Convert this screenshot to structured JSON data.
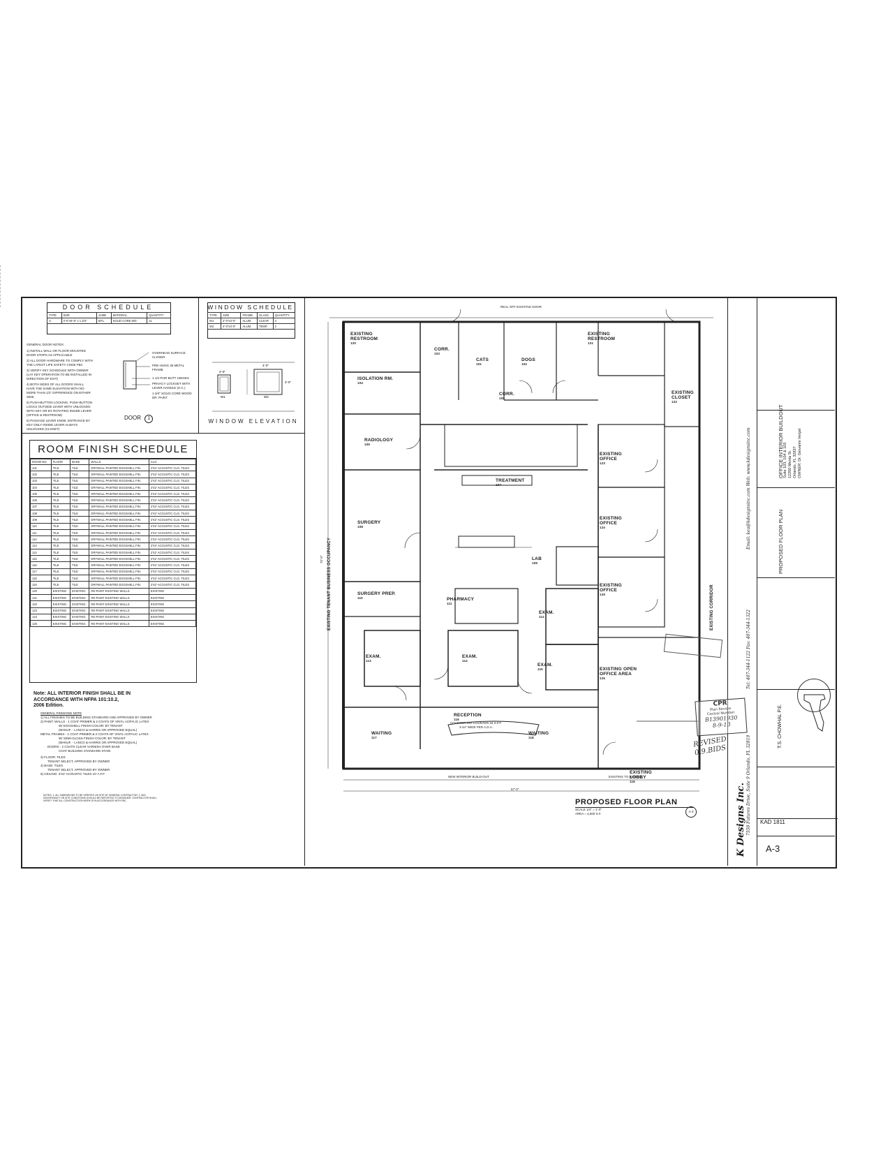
{
  "door_schedule": {
    "title": "DOOR SCHEDULE",
    "headers": [
      "TYPE",
      "SIZE",
      "JAMB",
      "MATERIAL",
      "QUANTITY"
    ],
    "rows": [
      [
        "①",
        "3'-0\"x6'-8\" x 1 3/4\"",
        "MTL.",
        "SOLID CORE WD.",
        "11"
      ]
    ]
  },
  "window_schedule": {
    "title": "WINDOW SCHEDULE",
    "headers": [
      "TYPE",
      "SIZE",
      "FRAME",
      "GLASS",
      "QUANTITY"
    ],
    "rows": [
      [
        "W1",
        "2'-0\"x3'-0\"",
        "ALUM.",
        "CLEAR",
        "4"
      ],
      [
        "W2",
        "4'-0\"x3'-0\"",
        "ALUM.",
        "TEMP.",
        "2"
      ]
    ]
  },
  "general_door_notes": {
    "title": "GENERAL DOOR NOTES",
    "notes": [
      "1) INSTALL WALL OR FLOOR MOUNTED DOOR STOPS AS APPLICABLE",
      "2) ALL DOOR HARDWARE TO COMPLY WITH THE LATEST LIFE SAFETY CODE FBC",
      "3) VERIFY KEY SCHEDULE WITH OWNER (LAY KEY OPERATION TO BE INSTALLED IN DIRECTION OF EXIT)",
      "4) BOTH SIDES OF ALL DOORS SHALL HAVE THE SAME ELEVATION WITH NO MORE THAN 1/2\" DIFFERENCE ON EITHER SIDE.",
      "5) PUSH-BUTTON LOCKING, PUSH-BUTTON LOCKS OUTSIDE LEVER WITH UNLOCKED WITH KEY OR BY ROTATING INSIDE LEVER (OFFICE & RESTROOM)",
      "6) PASSAGE LEVER KNOB, ENTRANCE BY KEY ONLY INSIDE LEVER ALWAYS UNLOCKED (CLOSET)"
    ]
  },
  "door_detail": {
    "callouts": [
      "OVERHEAD SURFACE CLOSER",
      "PRE-HUNG 36 METAL FRAME",
      "1 1/2 PAIR BUTT HINGES",
      "PRIVACY LOCKSET WITH LEVER HANDLE (H.C.)",
      "1-3/4\" SOLID CORE WOOD DR. PAINT"
    ],
    "label": "DOOR",
    "number": "1"
  },
  "window_elevation": {
    "label": "WINDOW ELEVATION",
    "dims": [
      "4'-0\"",
      "2'-0\"",
      "3'-0\""
    ],
    "tags": [
      "W1",
      "W2"
    ]
  },
  "room_finish": {
    "title": "ROOM FINISH SCHEDULE",
    "headers": [
      "ROOM NO.",
      "FLOOR",
      "BASE",
      "WALLS",
      "CLG."
    ],
    "rows": [
      [
        "101",
        "TILE",
        "TILE",
        "DRYWALL PAINTED EGGSHELL FIN.",
        "2'X2' ACOUSTIC CLG. TILES"
      ],
      [
        "102",
        "TILE",
        "TILE",
        "DRYWALL PAINTED EGGSHELL FIN.",
        "2'X2' ACOUSTIC CLG. TILES"
      ],
      [
        "103",
        "TILE",
        "TILE",
        "DRYWALL PAINTED EGGSHELL FIN.",
        "2'X2' ACOUSTIC CLG. TILES"
      ],
      [
        "104",
        "TILE",
        "TILE",
        "DRYWALL PAINTED EGGSHELL FIN.",
        "2'X2' ACOUSTIC CLG. TILES"
      ],
      [
        "105",
        "TILE",
        "TILE",
        "DRYWALL PAINTED EGGSHELL FIN.",
        "2'X2' ACOUSTIC CLG. TILES"
      ],
      [
        "106",
        "TILE",
        "TILE",
        "DRYWALL PAINTED EGGSHELL FIN.",
        "2'X2' ACOUSTIC CLG. TILES"
      ],
      [
        "107",
        "TILE",
        "TILE",
        "DRYWALL PAINTED EGGSHELL FIN.",
        "2'X2' ACOUSTIC CLG. TILES"
      ],
      [
        "108",
        "TILE",
        "TILE",
        "DRYWALL PAINTED EGGSHELL FIN.",
        "2'X2' ACOUSTIC CLG. TILES"
      ],
      [
        "109",
        "TILE",
        "TILE",
        "DRYWALL PAINTED EGGSHELL FIN.",
        "2'X2' ACOUSTIC CLG. TILES"
      ],
      [
        "110",
        "TILE",
        "TILE",
        "DRYWALL PAINTED EGGSHELL FIN.",
        "2'X2' ACOUSTIC CLG. TILES"
      ],
      [
        "111",
        "TILE",
        "TILE",
        "DRYWALL PAINTED EGGSHELL FIN.",
        "2'X2' ACOUSTIC CLG. TILES"
      ],
      [
        "112",
        "TILE",
        "TILE",
        "DRYWALL PAINTED EGGSHELL FIN.",
        "2'X2' ACOUSTIC CLG. TILES"
      ],
      [
        "113",
        "TILE",
        "TILE",
        "DRYWALL PAINTED EGGSHELL FIN.",
        "2'X2' ACOUSTIC CLG. TILES"
      ],
      [
        "114",
        "TILE",
        "TILE",
        "DRYWALL PAINTED EGGSHELL FIN.",
        "2'X2' ACOUSTIC CLG. TILES"
      ],
      [
        "115",
        "TILE",
        "TILE",
        "DRYWALL PAINTED EGGSHELL FIN.",
        "2'X2' ACOUSTIC CLG. TILES"
      ],
      [
        "116",
        "TILE",
        "TILE",
        "DRYWALL PAINTED EGGSHELL FIN.",
        "2'X2' ACOUSTIC CLG. TILES"
      ],
      [
        "117",
        "TILE",
        "TILE",
        "DRYWALL PAINTED EGGSHELL FIN.",
        "2'X2' ACOUSTIC CLG. TILES"
      ],
      [
        "118",
        "TILE",
        "TILE",
        "DRYWALL PAINTED EGGSHELL FIN.",
        "2'X2' ACOUSTIC CLG. TILES"
      ],
      [
        "119",
        "TILE",
        "TILE",
        "DRYWALL PAINTED EGGSHELL FIN.",
        "2'X2' ACOUSTIC CLG. TILES"
      ],
      [
        "120",
        "EXISTING",
        "EXISTING",
        "RE-PAINT EXISTING WALLS",
        "EXISTING"
      ],
      [
        "121",
        "EXISTING",
        "EXISTING",
        "RE-PAINT EXISTING WALLS",
        "EXISTING"
      ],
      [
        "122",
        "EXISTING",
        "EXISTING",
        "RE-PAINT EXISTING WALLS",
        "EXISTING"
      ],
      [
        "123",
        "EXISTING",
        "EXISTING",
        "RE-PAINT EXISTING WALLS",
        "EXISTING"
      ],
      [
        "124",
        "EXISTING",
        "EXISTING",
        "RE-PAINT EXISTING WALLS",
        "EXISTING"
      ],
      [
        "125",
        "EXISTING",
        "EXISTING",
        "RE-PAINT EXISTING WALLS",
        "EXISTING"
      ]
    ]
  },
  "finish_note": {
    "lines": [
      "Note: ALL INTERIOR FINISH SHALL BE IN",
      "ACCORDANCE WITH NFPA 101:10.2,",
      "2006 Edition."
    ],
    "general_title": "GENERAL FINISHING NOTE",
    "items": [
      "1) ALL FINISHES TO BE BUILDING STANDARD AND APPROVED BY OWNER",
      "2) PAINT: WALLS - 1 COAT PRIMER & 2 COATS OF VINYL ACRYLIC LATEX",
      "W/ EGGSHELL FINISH COLOR: BY TENANT",
      "(MANUF. - LANCO & HARRIS OR APPROVED EQUAL)",
      "METAL FRAMES - 1 COAT PRIMER & 2 COATS OF VINYL ACRYLIC LATEX",
      "W/ SEMI-GLOSS FINISH COLOR: BY TENANT",
      "(MANUF. - LANCO & HARRIS OR APPROVED EQUAL)",
      "DOORS - 2 COATS CLEAR VARNISH OVER BASE",
      "COAT BUILDING STANDARD STAIN",
      "3) FLOOR: TILES",
      "TENANT SELECT, APPROVED BY OWNER",
      "4) BASE: TILES",
      "TENANT SELECT, APPROVED BY OWNER",
      "5) CEILING: 2'X2' ACOUSTIC TILES 10' A.F.F."
    ],
    "fine_print": "NOTES: 1. ALL DIMENSIONS TO BE VERIFIED ON SITE BY GENERAL CONTRACTOR. 2. ANY DISCREPANCY OR SITE CONDITIONS SHOULD BE REPORTED TO DESIGNER. CONTRACTOR SHALL VERIFY THAT ALL CONSTRUCTION WORK IS IN ACCORDANCE WITH FBC."
  },
  "plan": {
    "rooms": [
      {
        "name": "EXISTING RESTROOM",
        "num": "120"
      },
      {
        "name": "CORR.",
        "num": "103"
      },
      {
        "name": "CATS",
        "num": "101"
      },
      {
        "name": "DOGS",
        "num": "102"
      },
      {
        "name": "EXISTING RESTROOM",
        "num": "121"
      },
      {
        "name": "ISOLATION RM.",
        "num": "104"
      },
      {
        "name": "CORR.",
        "num": "105"
      },
      {
        "name": "EXISTING CLOSET",
        "num": "122"
      },
      {
        "name": "RADIOLOGY",
        "num": "106"
      },
      {
        "name": "EXISTING OFFICE",
        "num": "123"
      },
      {
        "name": "TREATMENT",
        "num": "107"
      },
      {
        "name": "SURGERY",
        "num": "108"
      },
      {
        "name": "EXISTING OFFICE",
        "num": "124"
      },
      {
        "name": "LAB",
        "num": "109"
      },
      {
        "name": "EXISTING OFFICE",
        "num": "125"
      },
      {
        "name": "SURGERY PREP.",
        "num": "110"
      },
      {
        "name": "PHARMACY",
        "num": "111"
      },
      {
        "name": "EXAM.",
        "num": "112"
      },
      {
        "name": "EXAM.",
        "num": "113"
      },
      {
        "name": "EXAM.",
        "num": "114"
      },
      {
        "name": "EXAM.",
        "num": "115"
      },
      {
        "name": "EXISTING OPEN OFFICE AREA",
        "num": "126"
      },
      {
        "name": "RECEPTION",
        "num": "116"
      },
      {
        "name": "WAITING",
        "num": "117"
      },
      {
        "name": "WAITING",
        "num": "118"
      },
      {
        "name": "EXISTING LOBBY",
        "num": "119"
      }
    ],
    "counter_note": "COUNTER 8x8' COUNTER 34 S.F.F. 3-34\" WIDE PER A.D.A.",
    "left_side_label": "EXISTING TENANT BUSINESS OCCUPANCY",
    "right_side_label": "EXISTING CORRIDOR",
    "top_note": "REAL OFF EXISTING DOOR",
    "bottom_notes": [
      "NEW INTERIOR BUILD-OUT",
      "EXISTING TO REMAIN"
    ],
    "overall_dim": "67'-0\"",
    "side_dim": "75'-0\"",
    "title": "PROPOSED FLOOR PLAN",
    "scale": "SCALE 1/4\" = 1'-0\"",
    "area": "AREA = 4,500 S.F.",
    "sheet_ref": "A-3"
  },
  "designer": {
    "company": "K Designs Inc.",
    "address": "7550 Futures Drive, Suite 9 Orlando, FL 32819",
    "phone": "Tel: 407-344-1122 Fax: 407-344-1322",
    "contact": "Email: kea@kdesignsinc.com Web: www.kdesignsinc.com"
  },
  "title_block": {
    "project": "OFFICE INTERIOR BUILDOUT",
    "suite": "Suite 103, 104 & 105",
    "street": "12200 Menta St.",
    "city": "Orlando, FL 32837",
    "owner": "OWNER: Dr. Giovanni Vergel",
    "sheet_title": "PROPOSED FLOOR PLAN",
    "engineer": "T.S. CHOWHAL P.E.",
    "job_no": "KAD 1811",
    "sheet_no": "A-3"
  },
  "stamps": {
    "review_1": "Plan Review",
    "review_2": "Control Number",
    "control": "B13901930",
    "date": "8-9-13",
    "cpr": "CPR",
    "handwritten": "REVISED 0.9.BIDS"
  }
}
